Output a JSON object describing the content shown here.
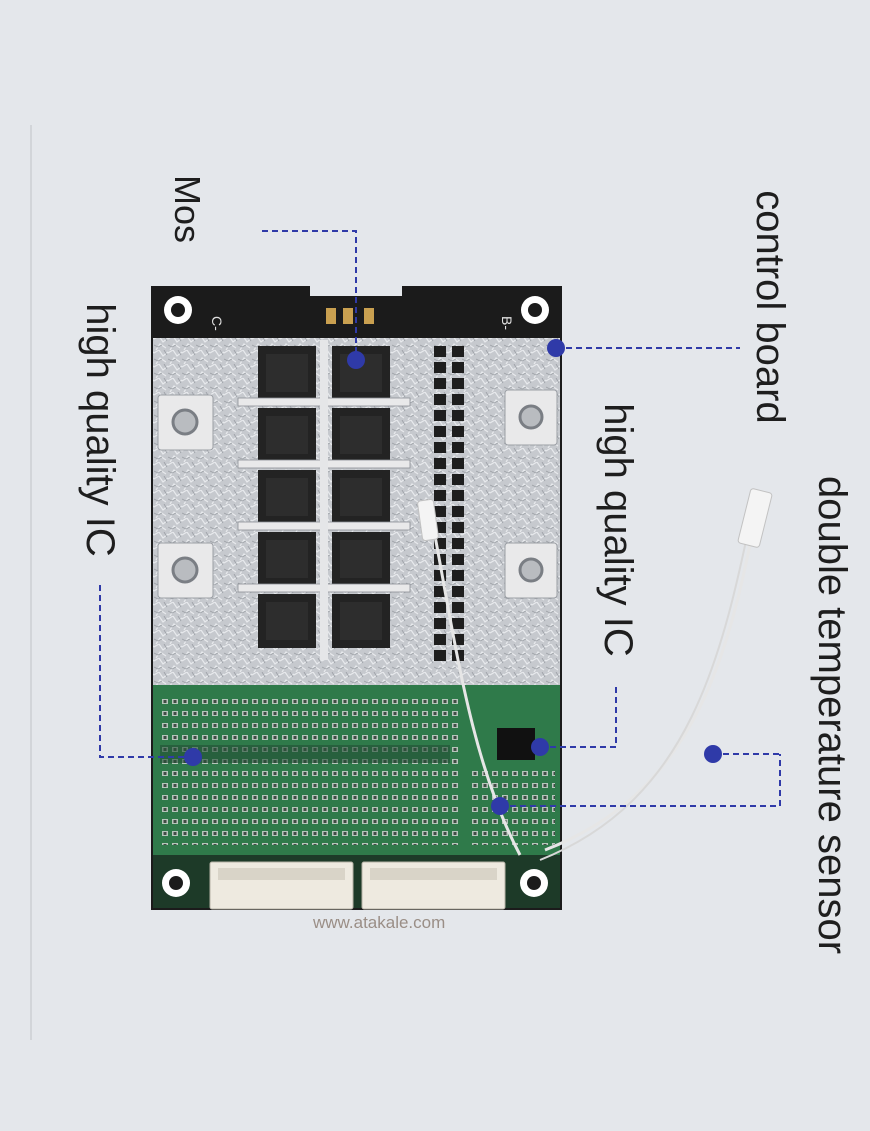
{
  "labels": {
    "mos": "Mos",
    "control_board": "control board",
    "high_quality_ic_left": "high quality IC",
    "high_quality_ic_right": "high quality IC",
    "double_temperature_sensor": "double temperature sensor"
  },
  "board": {
    "silk_c": "C-",
    "silk_b": "B-"
  },
  "watermark": "www.atakale.com",
  "colors": {
    "background": "#e4e7eb",
    "leader_line": "#2f3aa8",
    "marker_dot": "#2f3aa8",
    "pcb_green": "#2f7a4a",
    "pcb_black": "#1a1a1a",
    "heatsink_silver": "#c9ccd0",
    "mosfet_black": "#222222",
    "connector_white": "#eeeae0"
  }
}
